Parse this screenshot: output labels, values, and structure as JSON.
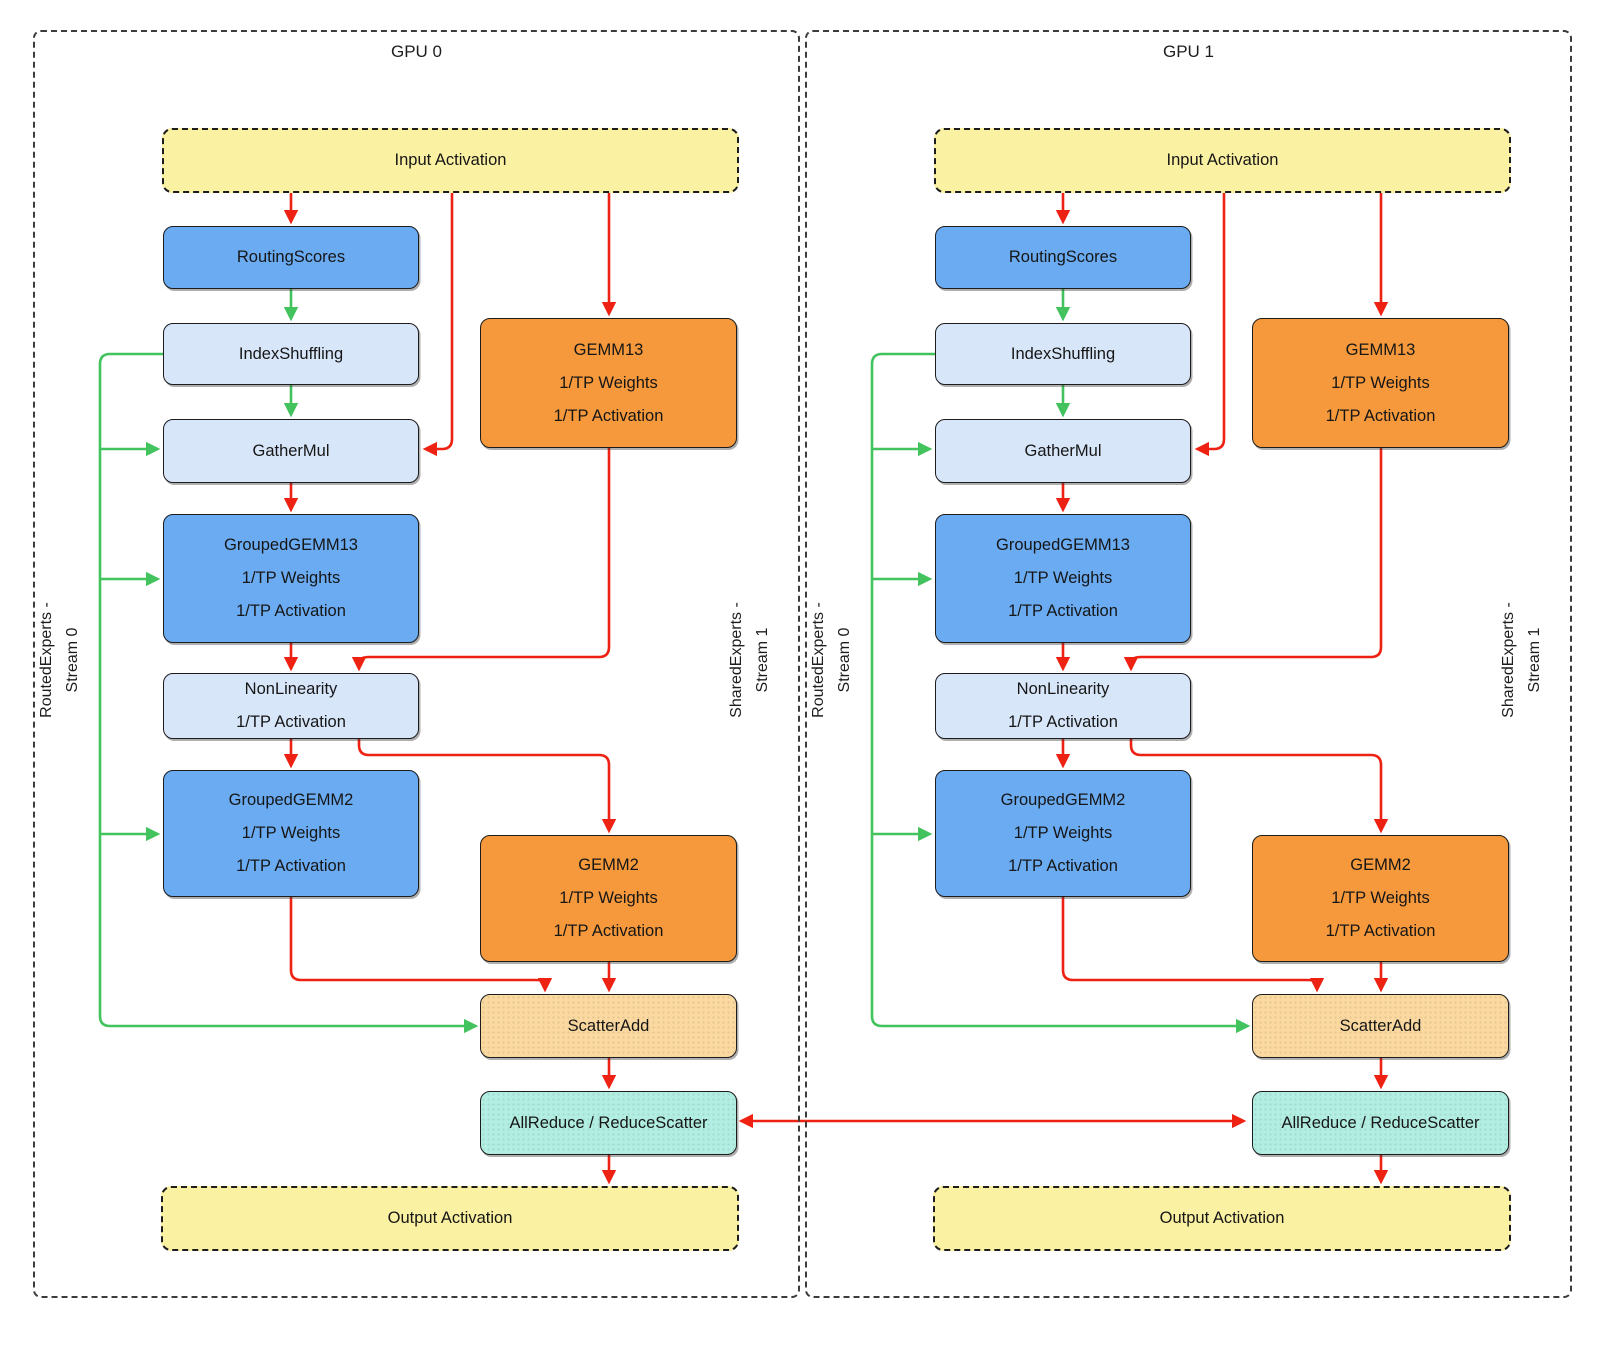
{
  "colors": {
    "red": "#ee2213",
    "green": "#42c35e",
    "yellow": "#fbf1a2",
    "blue": "#6aabf2",
    "light_blue": "#d8e6fa",
    "orange": "#f5993c",
    "tan": "#fbd9a0",
    "teal": "#b2efe2"
  },
  "panels": [
    {
      "title": "GPU 0",
      "side_labels": {
        "left": {
          "line1": "RoutedExperts -",
          "line2": "Stream 0"
        },
        "right": {
          "line1": "SharedExperts -",
          "line2": "Stream 1"
        }
      },
      "nodes": {
        "input_activation": {
          "lines": [
            "Input Activation"
          ]
        },
        "routing_scores": {
          "lines": [
            "RoutingScores"
          ]
        },
        "index_shuffling": {
          "lines": [
            "IndexShuffling"
          ]
        },
        "gemm13": {
          "lines": [
            "GEMM13",
            "1/TP Weights",
            "1/TP Activation"
          ]
        },
        "gather_mul": {
          "lines": [
            "GatherMul"
          ]
        },
        "grouped_gemm13": {
          "lines": [
            "GroupedGEMM13",
            "1/TP Weights",
            "1/TP Activation"
          ]
        },
        "non_linearity": {
          "lines": [
            "NonLinearity",
            "1/TP Activation"
          ]
        },
        "grouped_gemm2": {
          "lines": [
            "GroupedGEMM2",
            "1/TP Weights",
            "1/TP Activation"
          ]
        },
        "gemm2": {
          "lines": [
            "GEMM2",
            "1/TP Weights",
            "1/TP Activation"
          ]
        },
        "scatter_add": {
          "lines": [
            "ScatterAdd"
          ]
        },
        "all_reduce": {
          "lines": [
            "AllReduce / ReduceScatter"
          ]
        },
        "output_activation": {
          "lines": [
            "Output Activation"
          ]
        }
      }
    },
    {
      "title": "GPU 1",
      "side_labels": {
        "left": {
          "line1": "RoutedExperts -",
          "line2": "Stream 0"
        },
        "right": {
          "line1": "SharedExperts -",
          "line2": "Stream 1"
        }
      },
      "nodes": {
        "input_activation": {
          "lines": [
            "Input Activation"
          ]
        },
        "routing_scores": {
          "lines": [
            "RoutingScores"
          ]
        },
        "index_shuffling": {
          "lines": [
            "IndexShuffling"
          ]
        },
        "gemm13": {
          "lines": [
            "GEMM13",
            "1/TP Weights",
            "1/TP Activation"
          ]
        },
        "gather_mul": {
          "lines": [
            "GatherMul"
          ]
        },
        "grouped_gemm13": {
          "lines": [
            "GroupedGEMM13",
            "1/TP Weights",
            "1/TP Activation"
          ]
        },
        "non_linearity": {
          "lines": [
            "NonLinearity",
            "1/TP Activation"
          ]
        },
        "grouped_gemm2": {
          "lines": [
            "GroupedGEMM2",
            "1/TP Weights",
            "1/TP Activation"
          ]
        },
        "gemm2": {
          "lines": [
            "GEMM2",
            "1/TP Weights",
            "1/TP Activation"
          ]
        },
        "scatter_add": {
          "lines": [
            "ScatterAdd"
          ]
        },
        "all_reduce": {
          "lines": [
            "AllReduce / ReduceScatter"
          ]
        },
        "output_activation": {
          "lines": [
            "Output Activation"
          ]
        }
      }
    }
  ]
}
